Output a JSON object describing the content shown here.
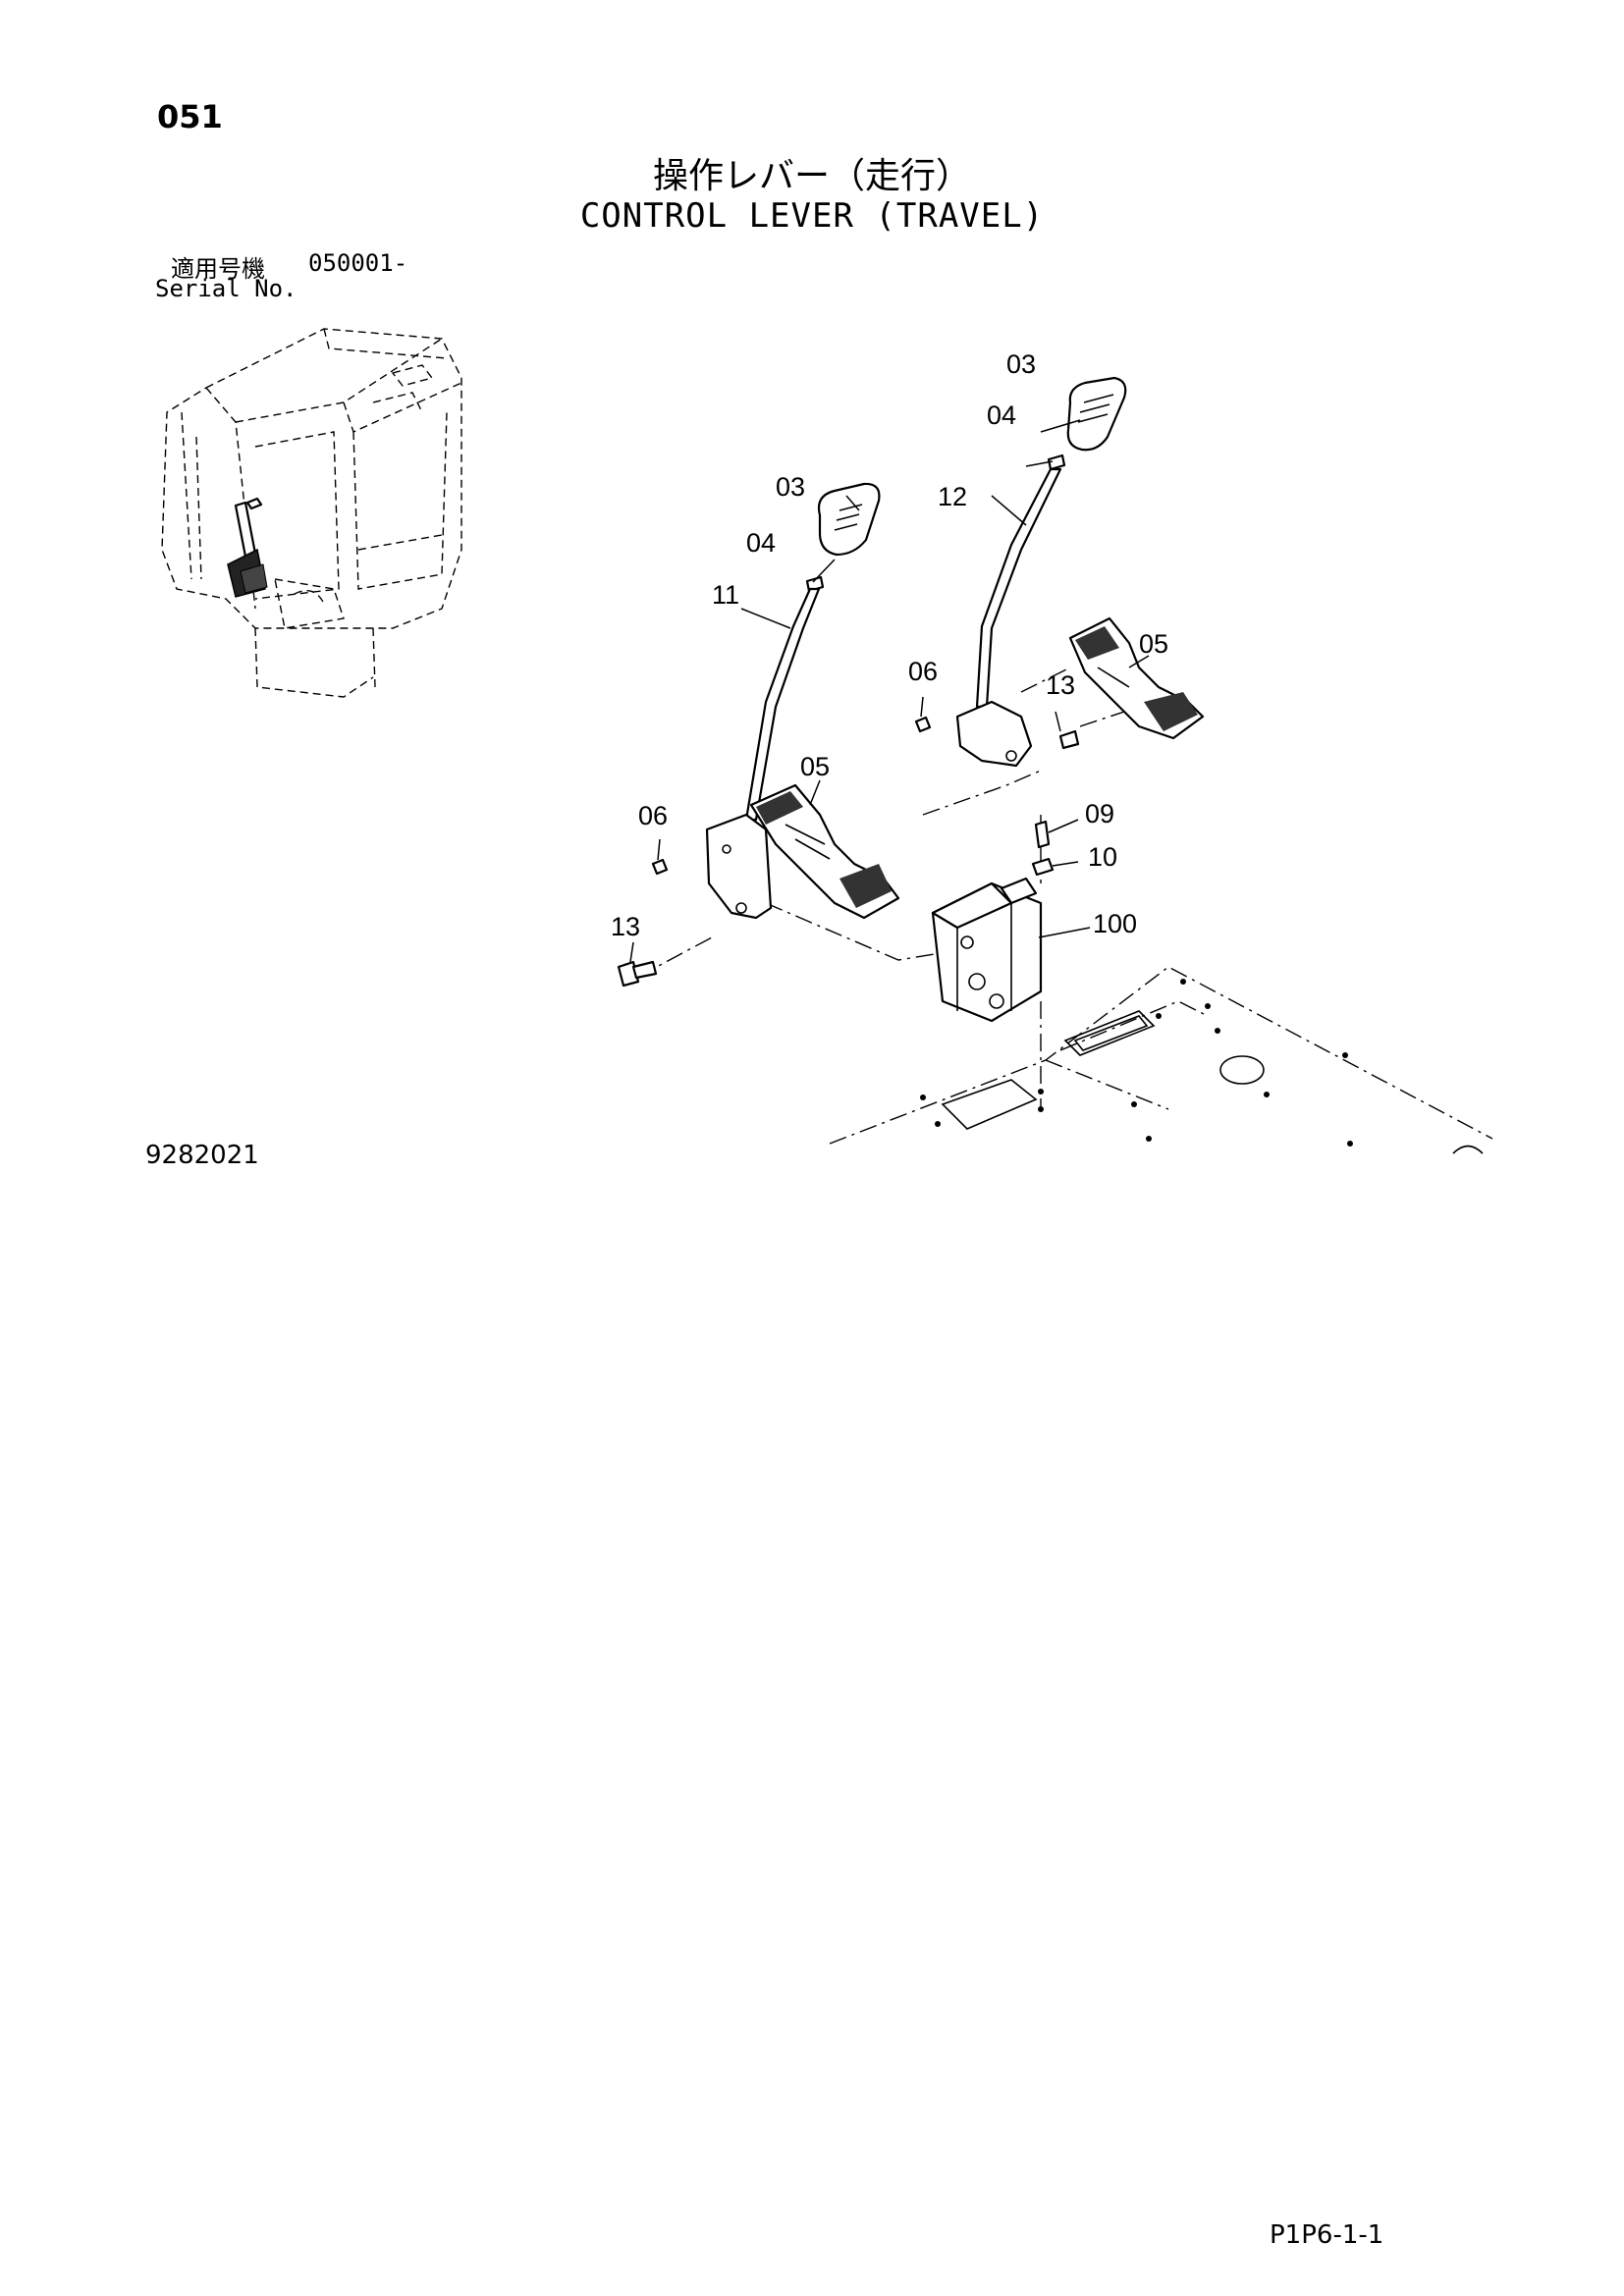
{
  "page_number": "051",
  "title_ja": "操作レバー（走行）",
  "title_en": "CONTROL LEVER (TRAVEL)",
  "serial": {
    "label_ja": "適用号機",
    "value": "050001-",
    "label_en": "Serial No."
  },
  "drawing_number": "9282021",
  "page_code": "P1P6-1-1",
  "callouts": {
    "left_grip": "03",
    "left_washer": "04",
    "left_lever": "11",
    "left_pedal": "05",
    "left_plug": "06",
    "left_bolt": "13",
    "right_grip": "03",
    "right_washer": "04",
    "right_lever": "12",
    "right_pedal": "05",
    "right_plug": "06",
    "right_bolt": "13",
    "valve_bolt": "09",
    "valve_washer": "10",
    "pilot_valve": "100"
  }
}
